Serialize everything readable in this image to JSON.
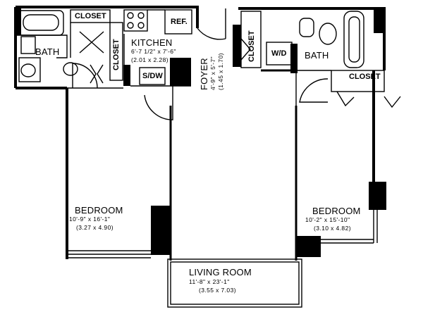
{
  "rooms": {
    "bedroom_left": {
      "name": "BEDROOM",
      "dim_imperial": "10'-9\" x 16'-1\"",
      "dim_metric": "(3.27 x 4.90)"
    },
    "bedroom_right": {
      "name": "BEDROOM",
      "dim_imperial": "10'-2\" x 15'-10\"",
      "dim_metric": "(3.10 x 4.82)"
    },
    "living_room": {
      "name": "LIVING ROOM",
      "dim_imperial": "11'-8\" x 23'-1\"",
      "dim_metric": "(3.55 x 7.03)"
    },
    "kitchen": {
      "name": "KITCHEN",
      "dim_imperial": "6'-7 1/2\" x 7'-6\"",
      "dim_metric": "(2.01 x 2.28)"
    },
    "foyer": {
      "name": "FOYER",
      "dim_imperial": "4'-9\" x 5'-7\"",
      "dim_metric": "(1.45 x 1.70)"
    },
    "bath_left": {
      "name": "BATH"
    },
    "bath_right": {
      "name": "BATH"
    }
  },
  "fixtures": {
    "closet_top_left": "CLOSET",
    "closet_vertical_left": "CLOSET",
    "closet_vertical_right": "CLOSET",
    "closet_right_bedroom": "CLOSET",
    "refrigerator": "REF.",
    "dishwasher": "S/DW",
    "washer_dryer": "W/D"
  }
}
